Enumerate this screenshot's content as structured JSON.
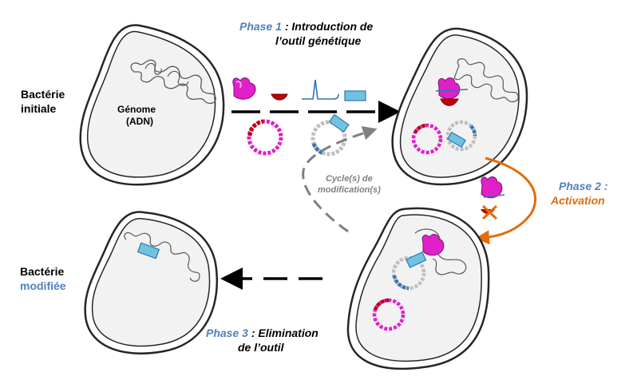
{
  "labels": {
    "bacterie_initiale_1": "Bactérie",
    "bacterie_initiale_2": "initiale",
    "genome_1": "Génome",
    "genome_2": "(ADN)",
    "phase1_num": "Phase 1",
    "phase1_text_1": " : Introduction de",
    "phase1_text_2": "l’outil génétique",
    "cycle_1": "Cycle(s) de",
    "cycle_2": "modification(s)",
    "phase2_num": "Phase 2 :",
    "phase2_text": "Activation",
    "bacterie_modifiee_1": "Bactérie",
    "bacterie_modifiee_2": "modifiée",
    "phase3_num": "Phase 3",
    "phase3_text_1": " : Elimination",
    "phase3_text_2": "de l’outil"
  },
  "colors": {
    "phase_blue": "#4f81bd",
    "activation_orange": "#e36c09",
    "cell_fill": "#f2f2f2",
    "cell_outline": "#262626",
    "magenta": "#e020c8",
    "red": "#c00000",
    "light_blue": "#6fc3df",
    "dna_blue": "#2e75b6",
    "arrow_gray": "#808080"
  },
  "icons": [
    "bacterium",
    "genome-dna",
    "protein-magenta",
    "guide-red",
    "dna-strand",
    "insert-blue",
    "plasmid",
    "dashed-arrow",
    "cross-mark"
  ]
}
